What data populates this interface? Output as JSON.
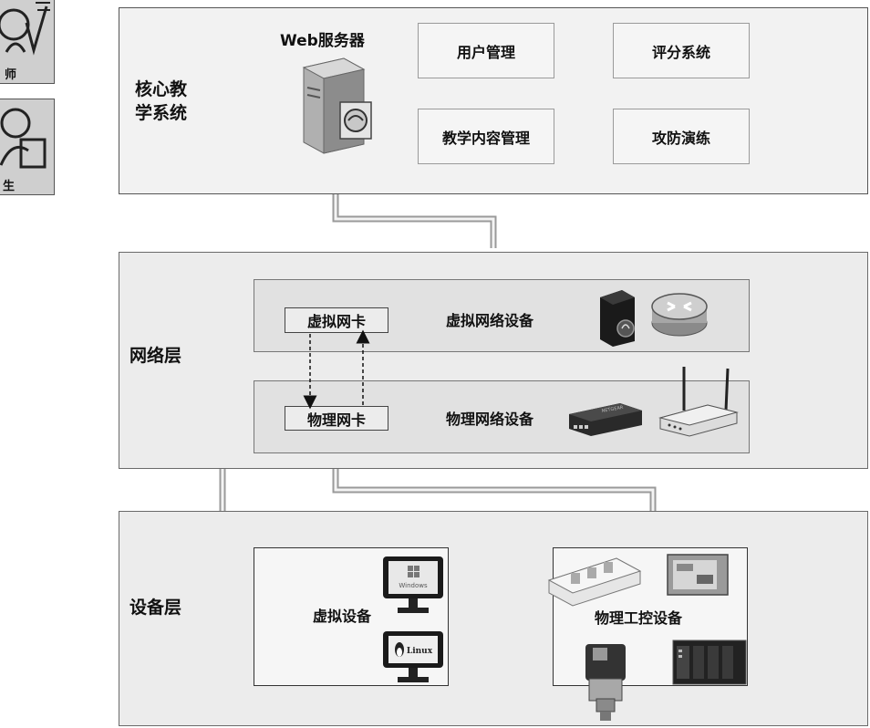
{
  "roles": {
    "teacher_label": "师",
    "student_label": "生"
  },
  "core": {
    "label": "核心教\n学系统",
    "web_server_label": "Web服务器",
    "modules": [
      "用户管理",
      "评分系统",
      "教学内容管理",
      "攻防演练"
    ]
  },
  "network": {
    "label": "网络层",
    "virtual_nic": "虚拟网卡",
    "virtual_devices": "虚拟网络设备",
    "physical_nic": "物理网卡",
    "physical_devices": "物理网络设备",
    "switch_brand": "NETGEAR"
  },
  "device": {
    "label": "设备层",
    "virtual_devices": "虚拟设备",
    "os_windows": "Windows",
    "os_linux": "Linux",
    "physical_ics": "物理工控设备"
  }
}
